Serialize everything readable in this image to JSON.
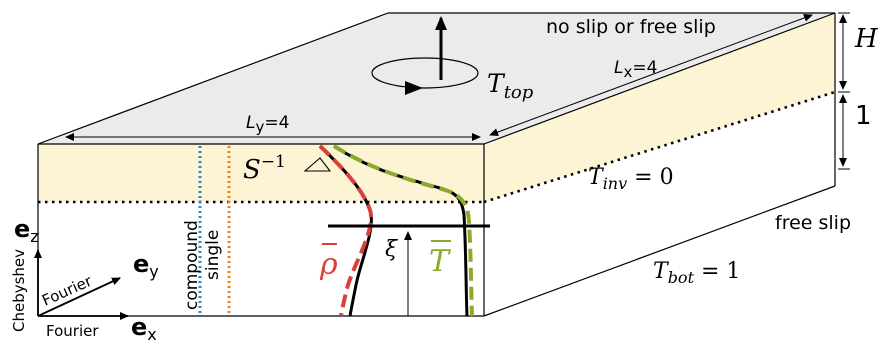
{
  "labels": {
    "top_boundary": "no slip or free slip",
    "lx": "L",
    "lx_sub": "x",
    "lx_eq": "=4",
    "ly": "L",
    "ly_sub": "y",
    "ly_eq": "=4",
    "H": "H",
    "one": "1",
    "ttop": "T",
    "ttop_sub": "top",
    "tinv": "T",
    "tinv_sub": "inv",
    "tinv_eq": " = 0",
    "tbot": "T",
    "tbot_sub": "bot",
    "tbot_eq": " = 1",
    "free_slip": "free slip",
    "s_inv": "S",
    "s_inv_sup": "−1",
    "rho": "ρ",
    "T_bar": "T",
    "xi": "ξ",
    "compound": "compound",
    "single": "single",
    "ez": "e",
    "ez_sub": "z",
    "ey": "e",
    "ey_sub": "y",
    "ex": "e",
    "ex_sub": "x",
    "chebyshev": "Chebyshev",
    "fourier_y": "Fourier",
    "fourier_x": "Fourier"
  },
  "colors": {
    "top_face": "#ebebeb",
    "layer": "#fdf3d5",
    "rho_curve": "#d8403a",
    "t_curve": "#8aaa2c",
    "compound_line": "#2a88c8",
    "single_line": "#f07f1e",
    "ink": "#000000"
  }
}
